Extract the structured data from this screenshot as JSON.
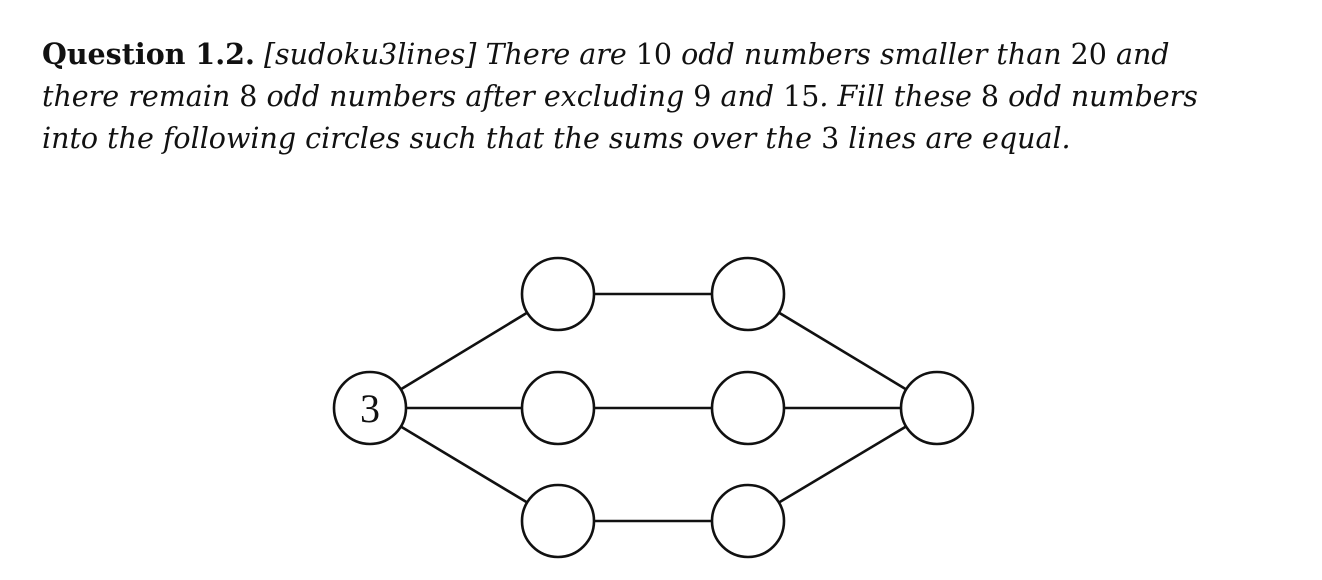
{
  "question": {
    "label": "Question 1.2.",
    "tag": "[sudoku3lines]",
    "line1": {
      "t1": "There are ",
      "n1": "10",
      "t2": " odd numbers smaller than ",
      "n2": "20",
      "t3": " and"
    },
    "line2": {
      "t1": "there remain ",
      "n1": "8",
      "t2": " odd numbers after excluding ",
      "n2": "9",
      "t3": " and ",
      "n3": "15",
      "t4": ". Fill these ",
      "n4": "8",
      "t5": " odd numbers"
    },
    "line3": {
      "t1": "into the following circles such that the sums over the ",
      "n1": "3",
      "t2": " lines are equal."
    }
  },
  "diagram": {
    "left_value": "3"
  }
}
